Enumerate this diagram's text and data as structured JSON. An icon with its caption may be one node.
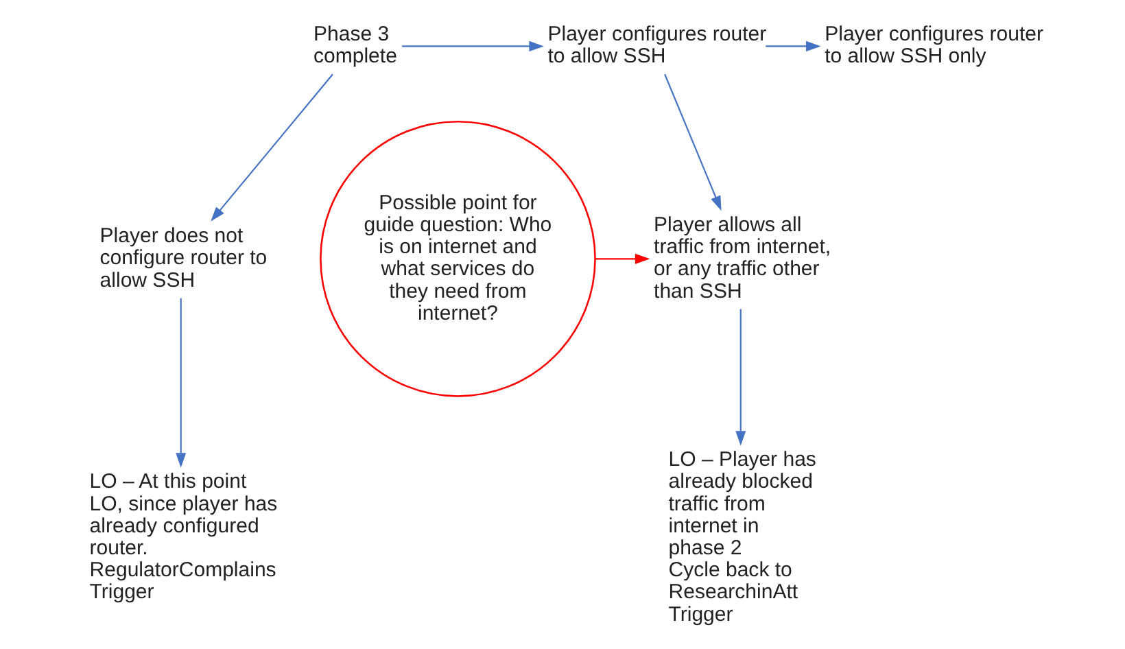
{
  "diagram": {
    "nodes": [
      {
        "text": [
          "Phase 3 complete"
        ]
      },
      {
        "text": [
          "Player configures router to allow SSH"
        ]
      },
      {
        "text": [
          "Player configures router to allow SSH only"
        ]
      },
      {
        "text": [
          "Player does not configure router to allow SSH"
        ]
      },
      {
        "text": [
          "Player allows all traffic from internet, or any traffic other than SSH"
        ]
      },
      {
        "text": [
          "LO – At this point LO, since player has already configured router.",
          "RegulatorComplains Trigger"
        ]
      },
      {
        "text": [
          "LO – Player has already blocked traffic from internet in phase 2",
          "Cycle back to ResearchinAtt Trigger"
        ]
      },
      {
        "text": [
          "Possible point for guide question: Who is on internet and what services do they need from internet?"
        ]
      }
    ],
    "edges": [
      {
        "from": 0,
        "to": 1,
        "arrow": "to"
      },
      {
        "from": 1,
        "to": 2,
        "arrow": "to"
      },
      {
        "from": 0,
        "to": 3,
        "arrow": "to"
      },
      {
        "from": 1,
        "to": 4,
        "arrow": "to"
      },
      {
        "from": 3,
        "to": 5,
        "arrow": "to"
      },
      {
        "from": 4,
        "to": 6,
        "arrow": "to"
      },
      {
        "from": 7,
        "to": 4,
        "arrow": "to",
        "color": "#ff0000"
      }
    ]
  }
}
